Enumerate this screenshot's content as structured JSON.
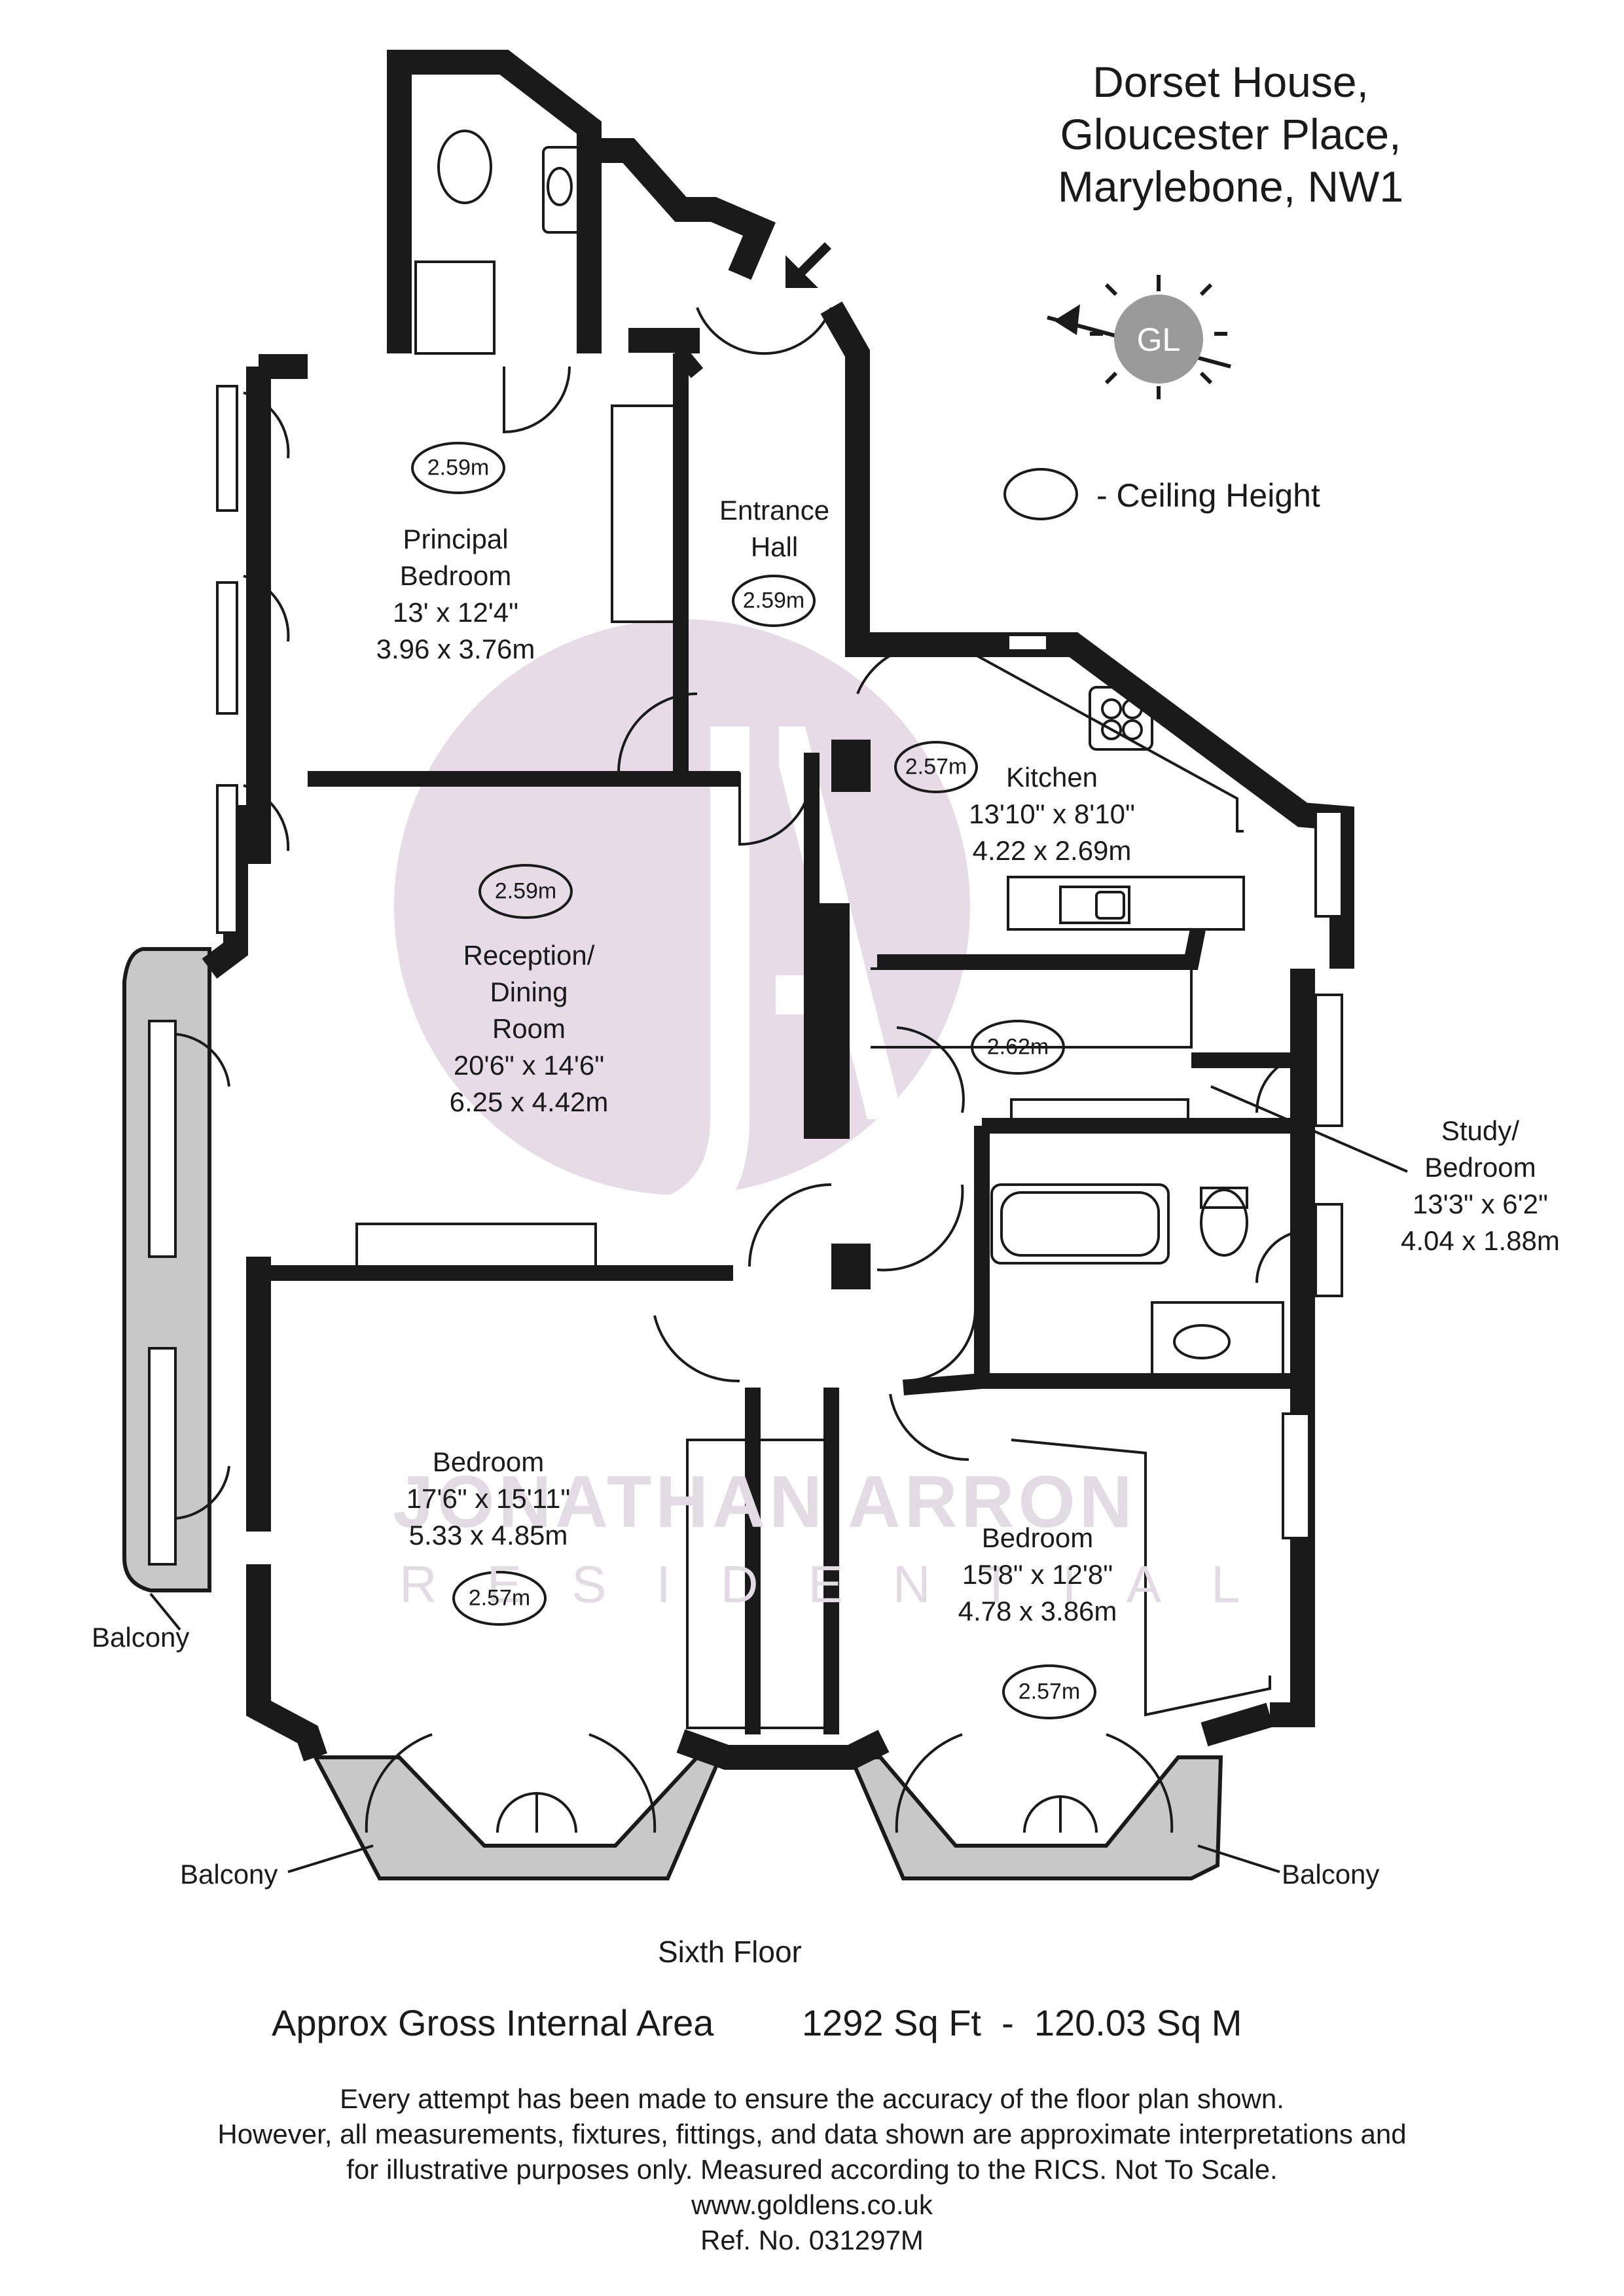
{
  "address": {
    "line1": "Dorset House,",
    "line2": "Gloucester Place,",
    "line3": "Marylebone, NW1"
  },
  "compass": {
    "logo": "GL",
    "icon": "compass-north-arrow-icon"
  },
  "legend": {
    "text": "- Ceiling Height"
  },
  "rooms": {
    "principal_bedroom": {
      "ceiling": "2.59m",
      "name1": "Principal",
      "name2": "Bedroom",
      "dim_imperial": "13' x 12'4\"",
      "dim_metric": "3.96 x 3.76m"
    },
    "entrance_hall": {
      "name1": "Entrance",
      "name2": "Hall",
      "ceiling": "2.59m"
    },
    "kitchen": {
      "ceiling": "2.57m",
      "name": "Kitchen",
      "dim_imperial": "13'10\" x 8'10\"",
      "dim_metric": "4.22 x 2.69m"
    },
    "reception": {
      "ceiling": "2.59m",
      "name1": "Reception/",
      "name2": "Dining",
      "name3": "Room",
      "dim_imperial": "20'6\" x 14'6\"",
      "dim_metric": "6.25 x 4.42m"
    },
    "corridor": {
      "ceiling": "2.62m"
    },
    "study": {
      "name1": "Study/",
      "name2": "Bedroom",
      "dim_imperial": "13'3\" x 6'2\"",
      "dim_metric": "4.04 x 1.88m"
    },
    "bedroom_left": {
      "name": "Bedroom",
      "dim_imperial": "17'6\" x 15'11\"",
      "dim_metric": "5.33 x 4.85m",
      "ceiling": "2.57m"
    },
    "bedroom_right": {
      "name": "Bedroom",
      "dim_imperial": "15'8\" x 12'8\"",
      "dim_metric": "4.78 x 3.86m",
      "ceiling": "2.57m"
    }
  },
  "balconies": {
    "west": "Balcony",
    "south_left": "Balcony",
    "south_right": "Balcony"
  },
  "watermark": {
    "line1": "JONATHAN ARRON",
    "line2": "RESIDENTIAL",
    "logo": "JA"
  },
  "floor_label": "Sixth Floor",
  "area": {
    "label": "Approx Gross Internal Area",
    "value": "1292 Sq Ft  -  120.03 Sq M"
  },
  "disclaimer": {
    "line1": "Every attempt has been made to ensure the accuracy of the floor plan shown.",
    "line2": "However, all measurements, fixtures, fittings, and data shown are approximate interpretations and",
    "line3": "for illustrative purposes only. Measured according to the RICS. Not To Scale.",
    "website": "www.goldlens.co.uk",
    "ref": "Ref. No. 031297M"
  },
  "colors": {
    "wall": "#1a1a1a",
    "watermark": "#e6dbe6",
    "balcony": "#c8c8c8",
    "text": "#1a1a1a"
  }
}
